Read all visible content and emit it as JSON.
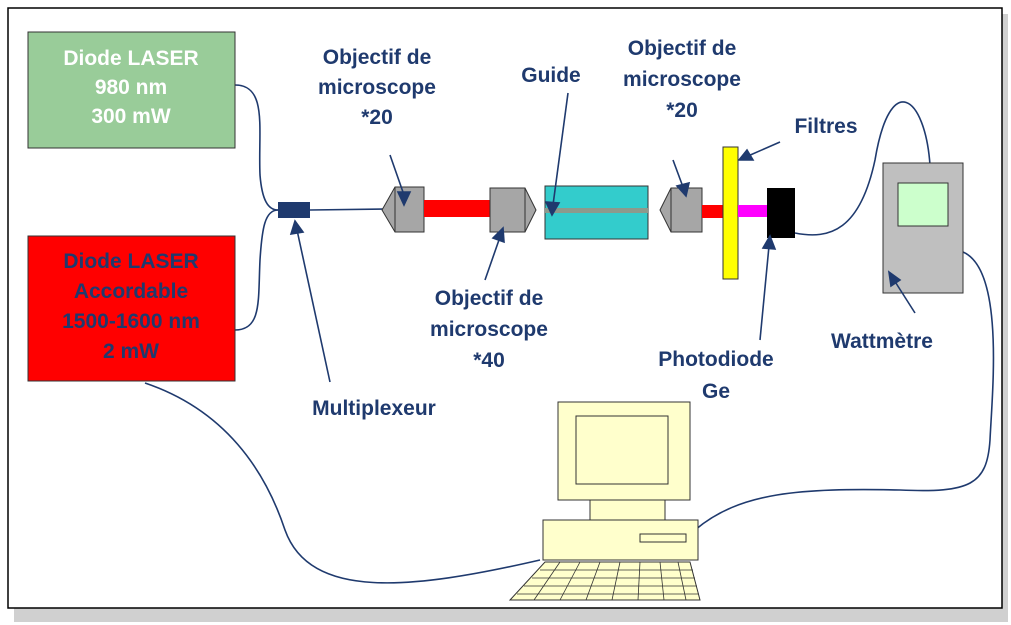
{
  "colors": {
    "text": "#1f3a6e",
    "diode_980_fill": "#99cc99",
    "diode_980_text": "#ffffff",
    "diode_1550_fill": "#ff0000",
    "diode_1550_text": "#1f3a6e",
    "beam": "#ff0000",
    "beam_magenta": "#ff00ff",
    "guide_fill": "#33cccc",
    "filter_fill": "#ffff00",
    "objective_fill": "#a6a6a6",
    "wattmeter_fill": "#bfbfbf",
    "screen_fill": "#ccffcc",
    "computer_fill": "#ffffcc"
  },
  "diode_980": {
    "lines": [
      "Diode LASER",
      "980 nm",
      "300 mW"
    ]
  },
  "diode_1550": {
    "lines": [
      "Diode LASER",
      "Accordable",
      "1500-1600 nm",
      "2 mW"
    ]
  },
  "labels": {
    "objective_20_left": [
      "Objectif de",
      "microscope",
      "*20"
    ],
    "guide": "Guide",
    "objective_20_right": [
      "Objectif de",
      "microscope",
      "*20"
    ],
    "filters": "Filtres",
    "objective_40": [
      "Objectif de",
      "microscope",
      "*40"
    ],
    "photodiode": [
      "Photodiode",
      "Ge"
    ],
    "wattmeter": "Wattmètre",
    "multiplexer": "Multiplexeur"
  },
  "icons": {
    "objective": "microscope-objective-icon",
    "computer": "computer-icon",
    "wattmeter": "wattmeter-icon",
    "photodiode": "photodiode-icon"
  }
}
